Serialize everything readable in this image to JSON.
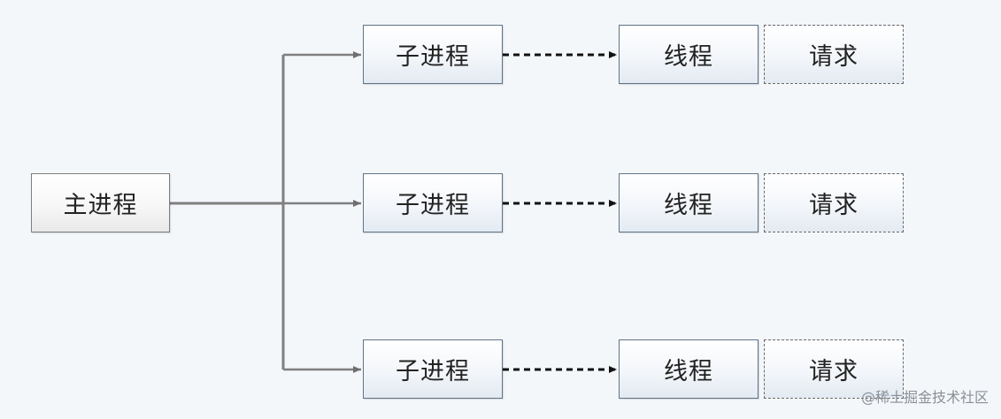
{
  "main_process": {
    "label": "主进程"
  },
  "branches": [
    {
      "child_label": "子进程",
      "thread_label": "线程",
      "request_label": "请求"
    },
    {
      "child_label": "子进程",
      "thread_label": "线程",
      "request_label": "请求"
    },
    {
      "child_label": "子进程",
      "thread_label": "线程",
      "request_label": "请求"
    }
  ],
  "watermark": "@稀土掘金技术社区",
  "colors": {
    "background": "#f4f7fa",
    "solid_connector": "#7f7f7f",
    "dashed_connector": "#111111",
    "box_border": "#5f7387"
  }
}
